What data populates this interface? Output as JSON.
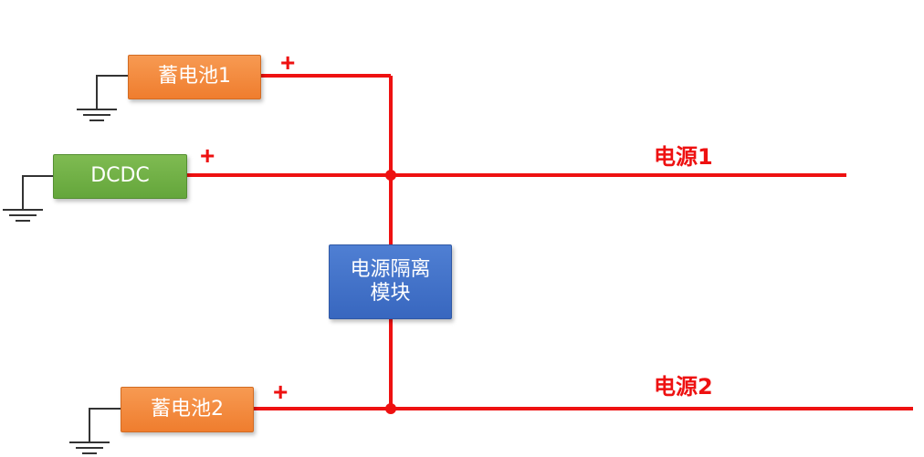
{
  "components": {
    "battery1": "蓄电池1",
    "dcdc": "DCDC",
    "battery2": "蓄电池2",
    "isolation_module": "电源隔离\n模块"
  },
  "polarity": {
    "plus": "+"
  },
  "rails": {
    "rail1": "电源1",
    "rail2": "电源2"
  },
  "colors": {
    "wire": "#ee1111",
    "battery": "#ef7d2e",
    "dcdc": "#64a63b",
    "module": "#3867bf"
  }
}
